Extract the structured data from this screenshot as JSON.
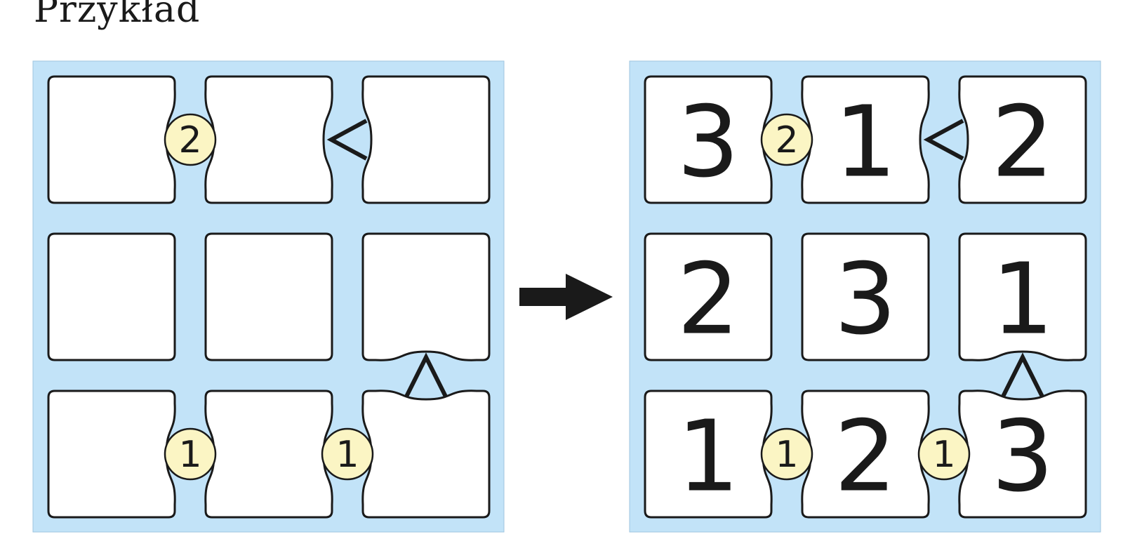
{
  "title": "Przykład",
  "colors": {
    "board_bg": "#c2e3f8",
    "cell_bg": "#ffffff",
    "outline": "#1a1a1a",
    "clue_bg": "#fbf5c4"
  },
  "puzzle": {
    "rows": 3,
    "cols": 3,
    "horizontal_clues": [
      {
        "row": 0,
        "between": [
          0,
          1
        ],
        "kind": "sum",
        "label": "2"
      },
      {
        "row": 0,
        "between": [
          1,
          2
        ],
        "kind": "less",
        "label": "<"
      },
      {
        "row": 2,
        "between": [
          0,
          1
        ],
        "kind": "sum",
        "label": "1"
      },
      {
        "row": 2,
        "between": [
          1,
          2
        ],
        "kind": "sum",
        "label": "1"
      }
    ],
    "vertical_clues": [
      {
        "col": 2,
        "between": [
          1,
          2
        ],
        "kind": "caret",
        "label": "^"
      }
    ]
  },
  "solution": [
    [
      "3",
      "1",
      "2"
    ],
    [
      "2",
      "3",
      "1"
    ],
    [
      "1",
      "2",
      "3"
    ]
  ],
  "arrow_icon": "right-arrow-icon"
}
